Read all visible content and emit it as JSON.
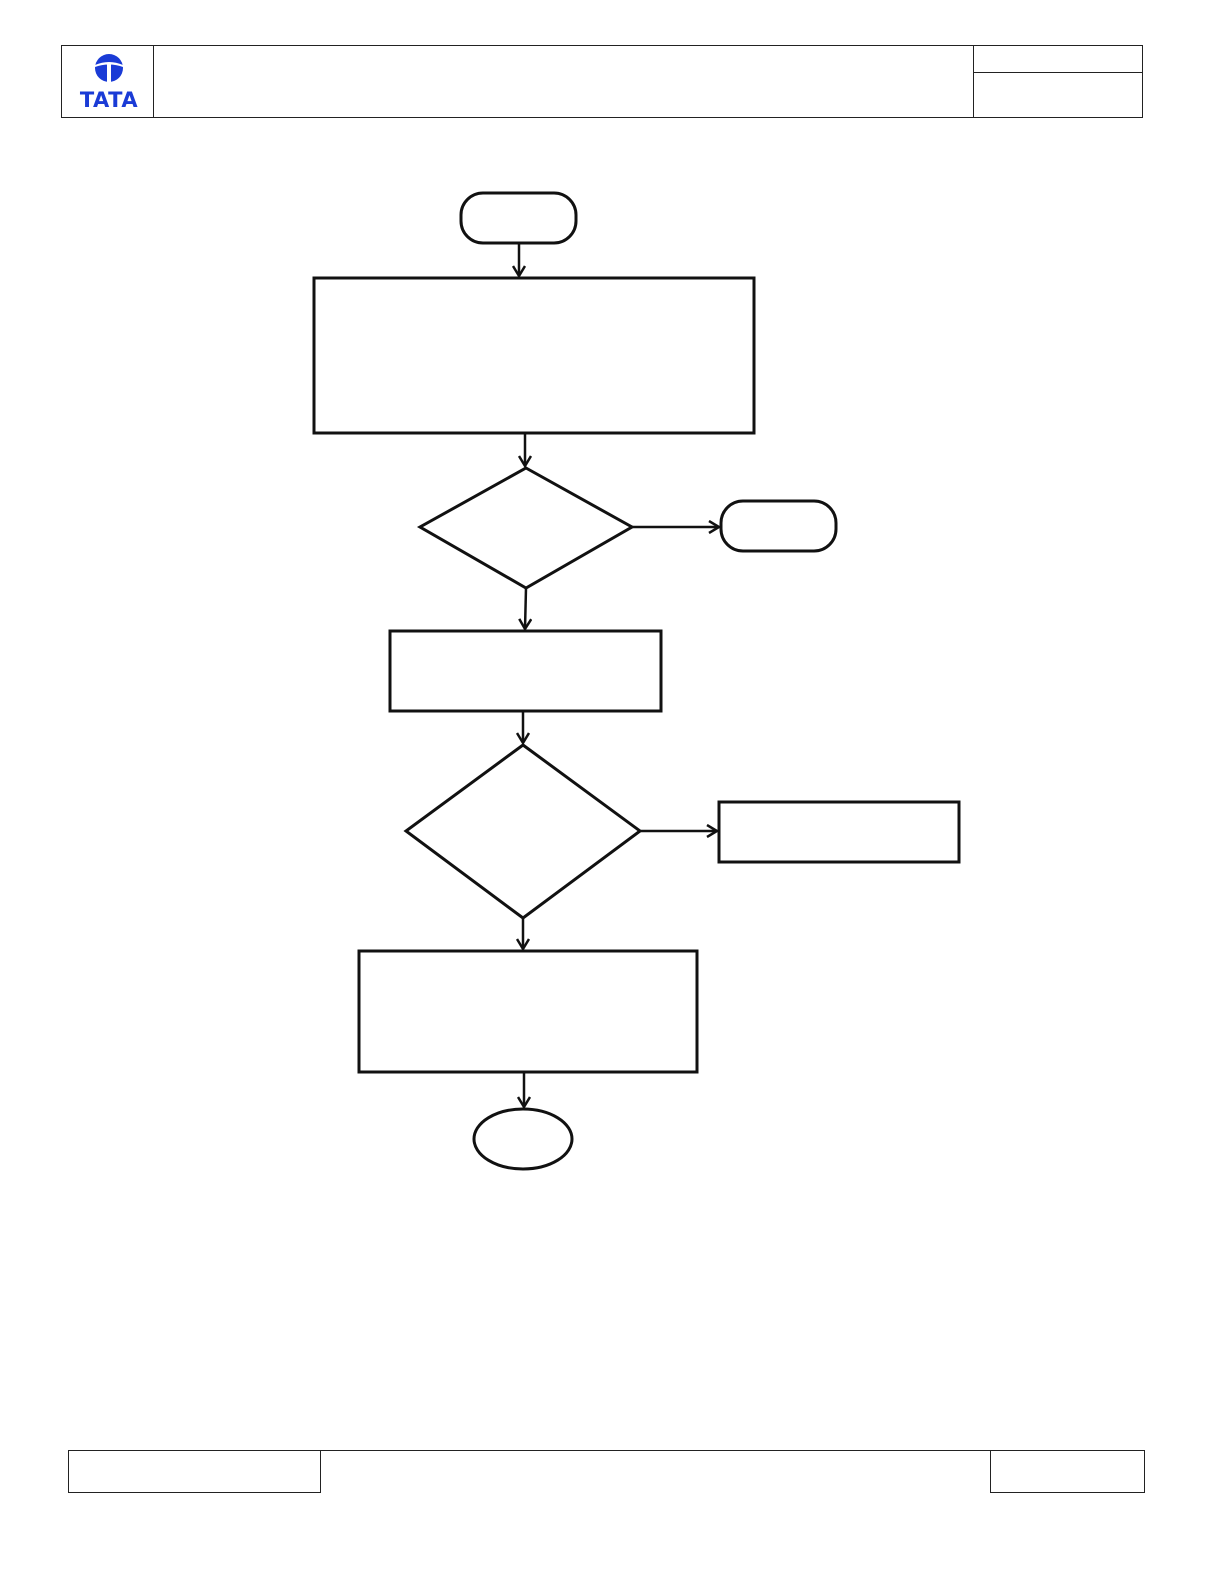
{
  "header": {
    "logo": {
      "text": "TATA",
      "color": "#1a3bd6",
      "icon": "tata-emblem-icon"
    },
    "title": "",
    "doc_ref": "",
    "doc_meta": ""
  },
  "flowchart": {
    "nodes": [
      {
        "id": "start",
        "shape": "terminator",
        "label": ""
      },
      {
        "id": "process-1",
        "shape": "process",
        "label": ""
      },
      {
        "id": "decision-1",
        "shape": "decision",
        "label": ""
      },
      {
        "id": "exit-1",
        "shape": "terminator",
        "label": ""
      },
      {
        "id": "process-2",
        "shape": "process",
        "label": ""
      },
      {
        "id": "decision-2",
        "shape": "decision",
        "label": ""
      },
      {
        "id": "process-3",
        "shape": "process",
        "label": ""
      },
      {
        "id": "process-4",
        "shape": "process",
        "label": ""
      },
      {
        "id": "end",
        "shape": "connector",
        "label": ""
      }
    ],
    "edges": [
      {
        "from": "start",
        "to": "process-1"
      },
      {
        "from": "process-1",
        "to": "decision-1"
      },
      {
        "from": "decision-1",
        "to": "exit-1"
      },
      {
        "from": "decision-1",
        "to": "process-2"
      },
      {
        "from": "process-2",
        "to": "decision-2"
      },
      {
        "from": "decision-2",
        "to": "process-3"
      },
      {
        "from": "decision-2",
        "to": "process-4"
      },
      {
        "from": "process-4",
        "to": "end"
      }
    ],
    "stroke_color": "#111111"
  },
  "footer": {
    "left": "",
    "center": "",
    "right": ""
  }
}
